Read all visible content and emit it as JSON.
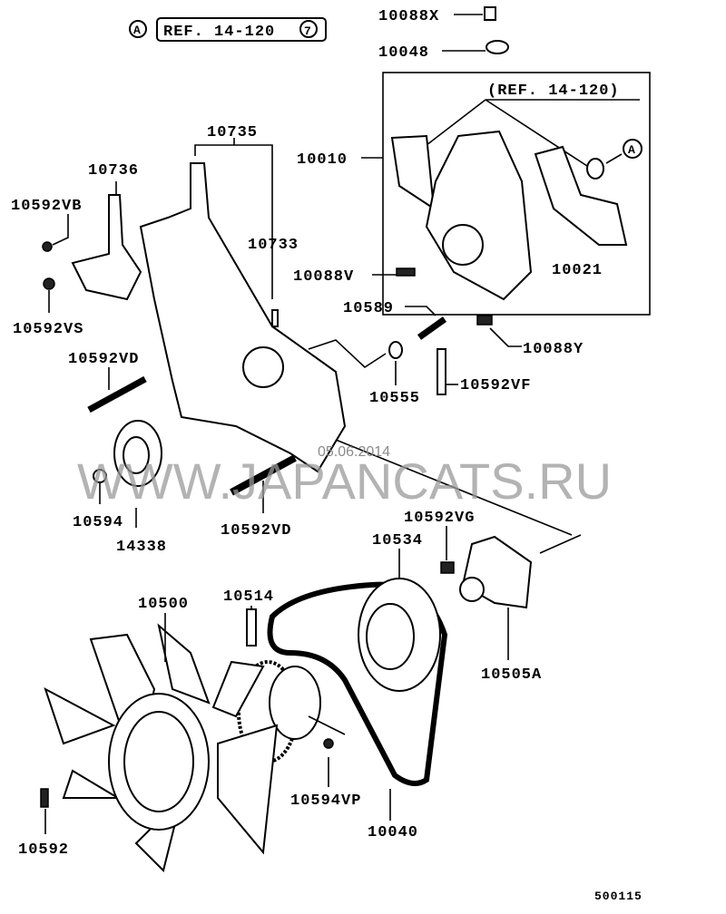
{
  "header": {
    "ref_marker": "A",
    "ref_text": "REF. 14-120",
    "ref_number": "7"
  },
  "box": {
    "ref_text": "(REF. 14-120)",
    "ref_marker": "A"
  },
  "labels": {
    "p10088X": "10088X",
    "p10048": "10048",
    "p10735": "10735",
    "p10010": "10010",
    "p10736": "10736",
    "p10592VB": "10592VB",
    "p10733": "10733",
    "p10021": "10021",
    "p10088V": "10088V",
    "p10592VS": "10592VS",
    "p10589": "10589",
    "p10088Y": "10088Y",
    "p10592VD_a": "10592VD",
    "p10555": "10555",
    "p10592VF": "10592VF",
    "p10594": "10594",
    "p10592VD_b": "10592VD",
    "p14338": "14338",
    "p10592VG": "10592VG",
    "p10534": "10534",
    "p10500": "10500",
    "p10514": "10514",
    "p10505A": "10505A",
    "p10594VP": "10594VP",
    "p10040": "10040",
    "p10592": "10592"
  },
  "diagram_id": "500115",
  "watermark": {
    "text": "WWW.JAPANCATS.RU",
    "date": "05.06.2014"
  }
}
